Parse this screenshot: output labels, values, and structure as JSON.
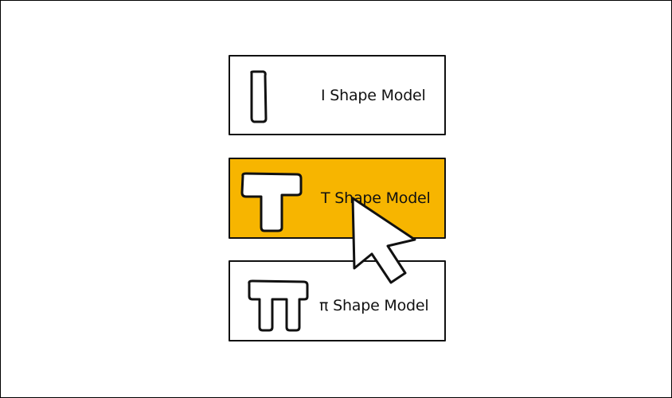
{
  "items": [
    {
      "label": "I Shape Model",
      "shape_icon": "i-shape-icon",
      "selected": false
    },
    {
      "label": "T Shape Model",
      "shape_icon": "t-shape-icon",
      "selected": true
    },
    {
      "label": "π Shape Model",
      "shape_icon": "pi-shape-icon",
      "selected": false
    }
  ],
  "colors": {
    "selected_background": "#f7b500",
    "ink": "#111111",
    "card_background": "#ffffff"
  },
  "cursor_icon": "mouse-pointer-icon"
}
